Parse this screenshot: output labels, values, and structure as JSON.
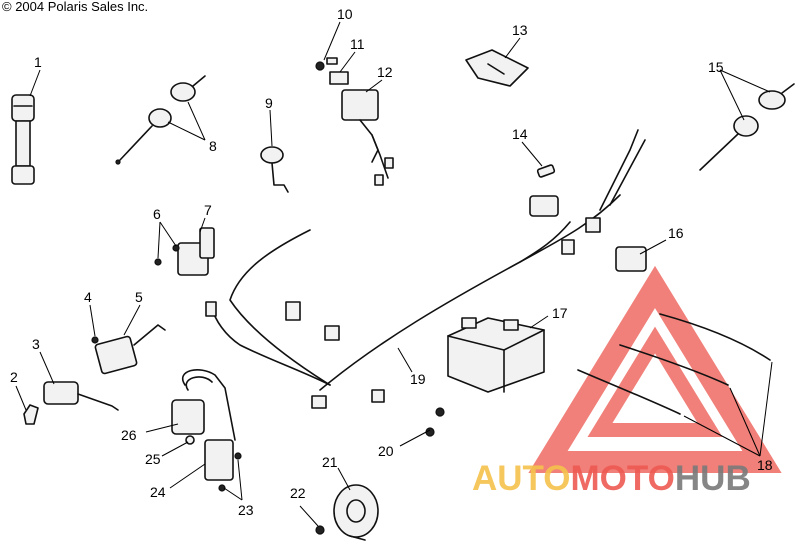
{
  "copyright": "© 2004 Polaris Sales Inc.",
  "callouts": [
    "1",
    "2",
    "3",
    "4",
    "5",
    "6",
    "7",
    "8",
    "9",
    "10",
    "11",
    "12",
    "13",
    "14",
    "15",
    "16",
    "17",
    "18",
    "19",
    "20",
    "21",
    "22",
    "23",
    "24",
    "25",
    "26"
  ],
  "watermark": {
    "part1": "AUTO",
    "part2": "MOTO",
    "part3": "HUB",
    "color_gold": "#f5c24c",
    "color_red": "#ee5a52",
    "color_gray": "#7a7a7a"
  }
}
